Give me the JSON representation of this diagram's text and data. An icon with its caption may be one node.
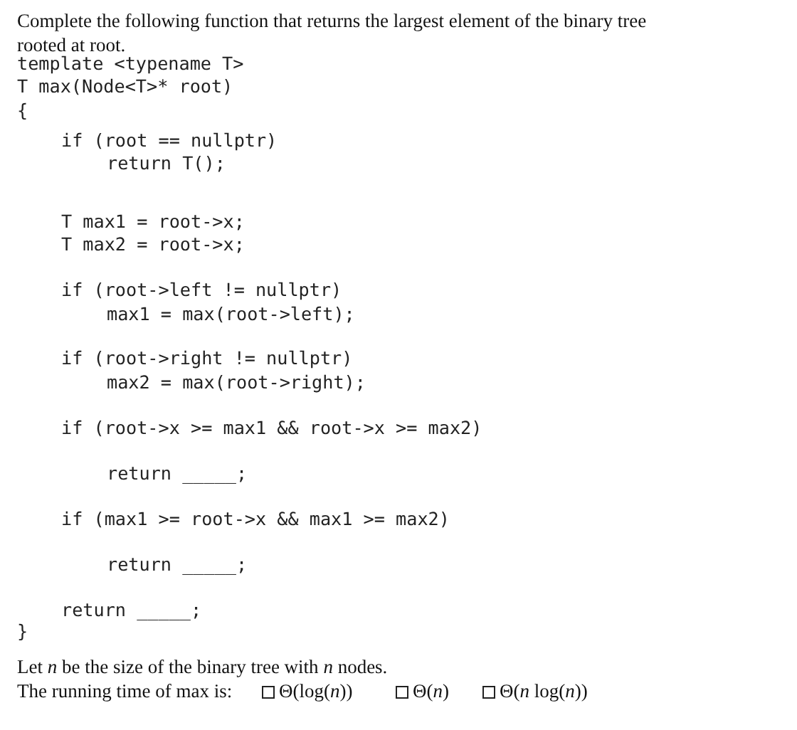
{
  "diagram": {
    "labels": [
      "Complete the following function that returns the largest element of the binary tree rooted at root.",
      "template <typename T>",
      "T max(Node<T>* root)",
      "{",
      "if (root == nullptr)",
      "return T();",
      "T max1 = root->x;",
      "T max2 = root->x;",
      "if (root->left != nullptr)",
      "max1 = max(root->left);",
      "if (root->right != nullptr)",
      "max2 = max(root->right);",
      "if (root->x >= max1 && root->x >= max2)",
      "return _____;",
      "if (max1 >= root->x && max1 >= max2)",
      "return _____;",
      "return _____;",
      "}",
      "Let *n* be the size of the binary tree with *n* nodes.",
      "The running time of max is:",
      "Θ(log(*n*))",
      "Θ(*n*)",
      "Θ(*n* log(*n*))"
    ]
  }
}
